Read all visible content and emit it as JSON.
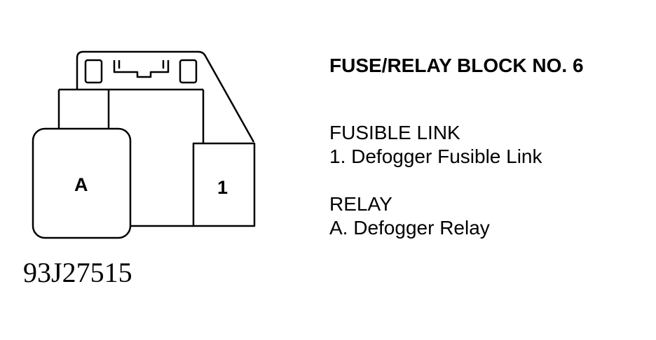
{
  "title": "FUSE/RELAY BLOCK NO. 6",
  "figure_id": "93J27515",
  "diagram": {
    "relay_box_label": "A",
    "fusible_link_box_label": "1"
  },
  "legend": {
    "fusible_link": {
      "heading": "FUSIBLE LINK",
      "item": "1. Defogger Fusible Link"
    },
    "relay": {
      "heading": "RELAY",
      "item": "A. Defogger Relay"
    }
  }
}
